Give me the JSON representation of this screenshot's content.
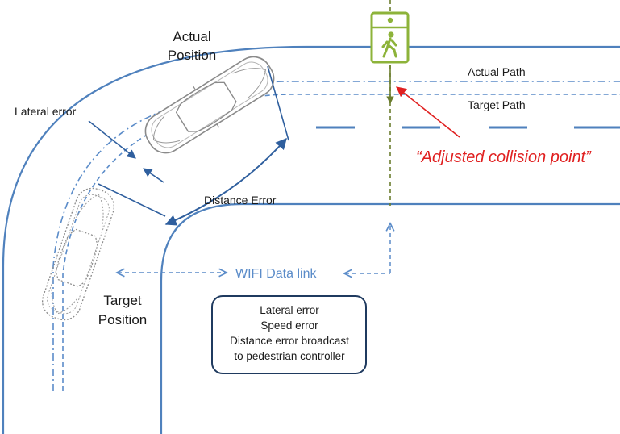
{
  "labels": {
    "actual_position_line1": "Actual",
    "actual_position_line2": "Position",
    "target_position_line1": "Target",
    "target_position_line2": "Position",
    "actual_path": "Actual Path",
    "target_path": "Target Path",
    "lateral_error": "Lateral error",
    "distance_error": "Distance Error",
    "wifi_data_link": "WIFI Data link",
    "adjusted_collision_point": "“Adjusted collision point”"
  },
  "info_box": {
    "lines": [
      "Lateral error",
      "Speed error",
      "Distance error broadcast",
      "to pedestrian controller"
    ]
  },
  "icons": {
    "pedestrian_signal": "pedestrian-walk-signal-icon",
    "actual_car": "car-solid-outline-icon",
    "target_car": "car-dotted-outline-icon"
  },
  "colors": {
    "road": "#4f81bd",
    "path": "#5b8cc9",
    "arrow": "#2f5f9e",
    "signal": "#8db33a",
    "crossing": "#6b7d2e",
    "collision_text": "#e02020",
    "collision_arrow": "#e02020",
    "box_border": "#1f3a5f",
    "car": "#8a8a8a"
  }
}
